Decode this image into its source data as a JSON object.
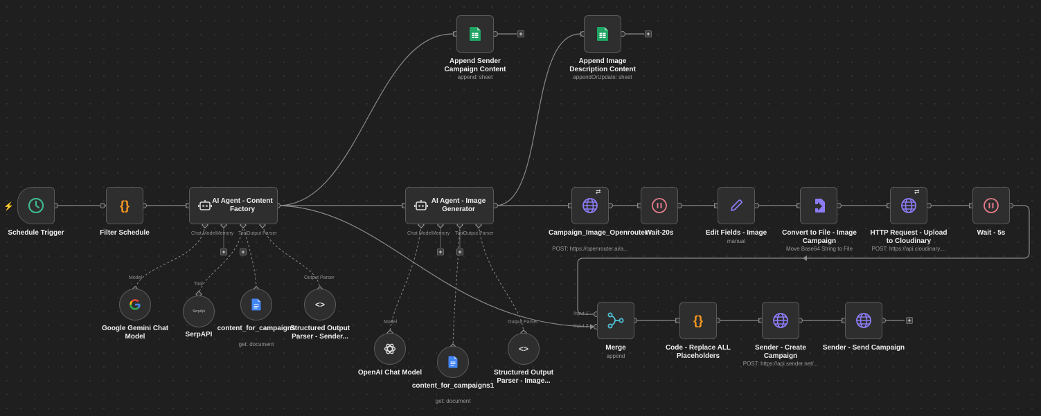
{
  "nodes": {
    "schedule_trigger": {
      "label": "Schedule Trigger"
    },
    "filter_schedule": {
      "label": "Filter Schedule",
      "icon_text": "{}"
    },
    "agent_content": {
      "label": "AI Agent - Content Factory",
      "port_model": "Chat Model",
      "port_memory": "Memory",
      "port_tool": "Tool",
      "port_output": "Output Parser"
    },
    "agent_image": {
      "label": "AI Agent - Image Generator",
      "port_model": "Chat Model",
      "port_memory": "Memory",
      "port_tool": "Tool",
      "port_output": "Output Parser"
    },
    "append_sender": {
      "label": "Append Sender Campaign Content",
      "subtitle": "append: sheet"
    },
    "append_image": {
      "label": "Append Image Description Content",
      "subtitle": "appendOrUpdate: sheet"
    },
    "campaign_openrouter": {
      "label": "Campaign_Image_Openrouter",
      "subtitle": "POST: https://openrouter.ai/a..."
    },
    "wait20": {
      "label": "Wait-20s"
    },
    "edit_fields": {
      "label": "Edit Fields - Image",
      "subtitle": "manual"
    },
    "convert_file": {
      "label": "Convert to File - Image Campaign",
      "subtitle": "Move Base64 String to File"
    },
    "http_cloudinary": {
      "label": "HTTP Request - Upload to Cloudinary",
      "subtitle": "POST: https://api.cloudinary...."
    },
    "wait5": {
      "label": "Wait - 5s"
    },
    "merge": {
      "label": "Merge",
      "subtitle": "append",
      "input1": "Input 1",
      "input2": "Input 2"
    },
    "code_replace": {
      "label": "Code - Replace ALL Placeholders",
      "icon_text": "{}"
    },
    "sender_create": {
      "label": "Sender - Create Campaign",
      "subtitle": "POST: https://api.sender.net/..."
    },
    "sender_send": {
      "label": "Sender - Send Campaign"
    },
    "gemini": {
      "label": "Google Gemini Chat Model",
      "conn_label": "Model"
    },
    "serpapi": {
      "label": "SerpAPI",
      "conn_label": "Tool",
      "icon_text": "SerpApi"
    },
    "content_doc1": {
      "label": "content_for_campaigns",
      "subtitle": "get: document"
    },
    "parser_sender": {
      "label": "Structured Output Parser - Sender...",
      "conn_label": "Output Parser",
      "icon_text": "<>"
    },
    "openai": {
      "label": "OpenAI Chat Model",
      "conn_label": "Model"
    },
    "content_doc2": {
      "label": "content_for_campaigns1",
      "subtitle": "get: document"
    },
    "parser_image": {
      "label": "Structured Output Parser - Image...",
      "conn_label": "Output Parser",
      "icon_text": "<>"
    }
  },
  "plus_sign": "+",
  "colors": {
    "canvas": "#1f1f1f",
    "node_bg": "#2e2e2e",
    "node_border": "#5a5a5a",
    "edge": "#8a8a8a",
    "trigger_green": "#3fb88f",
    "code_orange": "#ff9a1f",
    "sheets_green": "#1fa463",
    "http_purple": "#8b7cf6",
    "wait_pink": "#e77c8c",
    "merge_cyan": "#4fc2d8",
    "docs_blue": "#4285f4"
  }
}
